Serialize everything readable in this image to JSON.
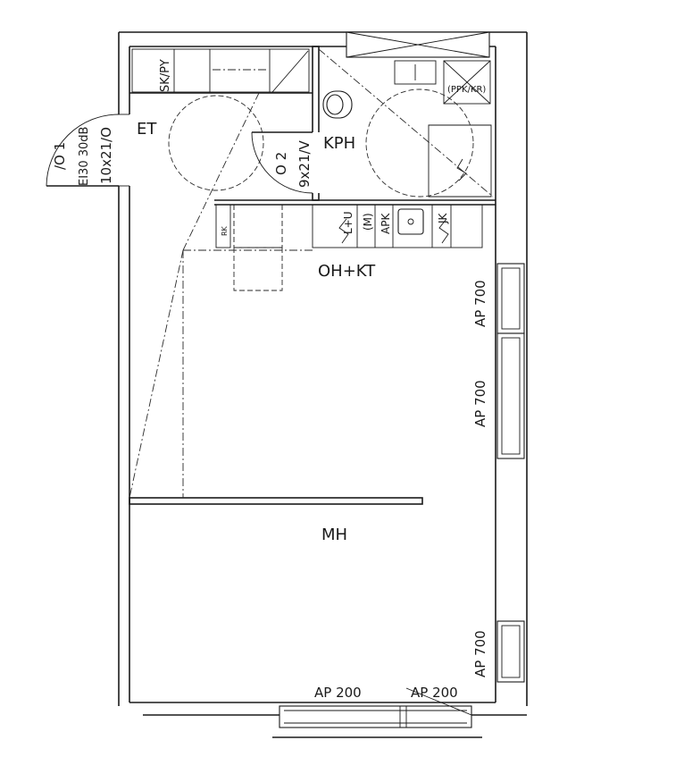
{
  "rooms": {
    "entry": "ET",
    "bathroom": "KPH",
    "kitchen_living": "OH+KT",
    "bedroom": "MH"
  },
  "doors": {
    "entry_door_code": "/O 1",
    "entry_door_rating": "EI30 30dB",
    "entry_door_size": "10x21/O",
    "bath_door_code": "O 2",
    "bath_door_size": "9x21/V"
  },
  "fixtures": {
    "closet": "SK/PY",
    "washer_dryer": "(PPK/KR)",
    "fridge_freezer": "L+U",
    "microwave": "(M)",
    "dishwasher": "APK",
    "cabinet": "JK",
    "small_cabinet": "RK"
  },
  "windows": {
    "east_upper": "AP 700",
    "east_middle": "AP 700",
    "east_lower": "AP 700",
    "south_left": "AP 200",
    "south_right": "AP 200"
  }
}
